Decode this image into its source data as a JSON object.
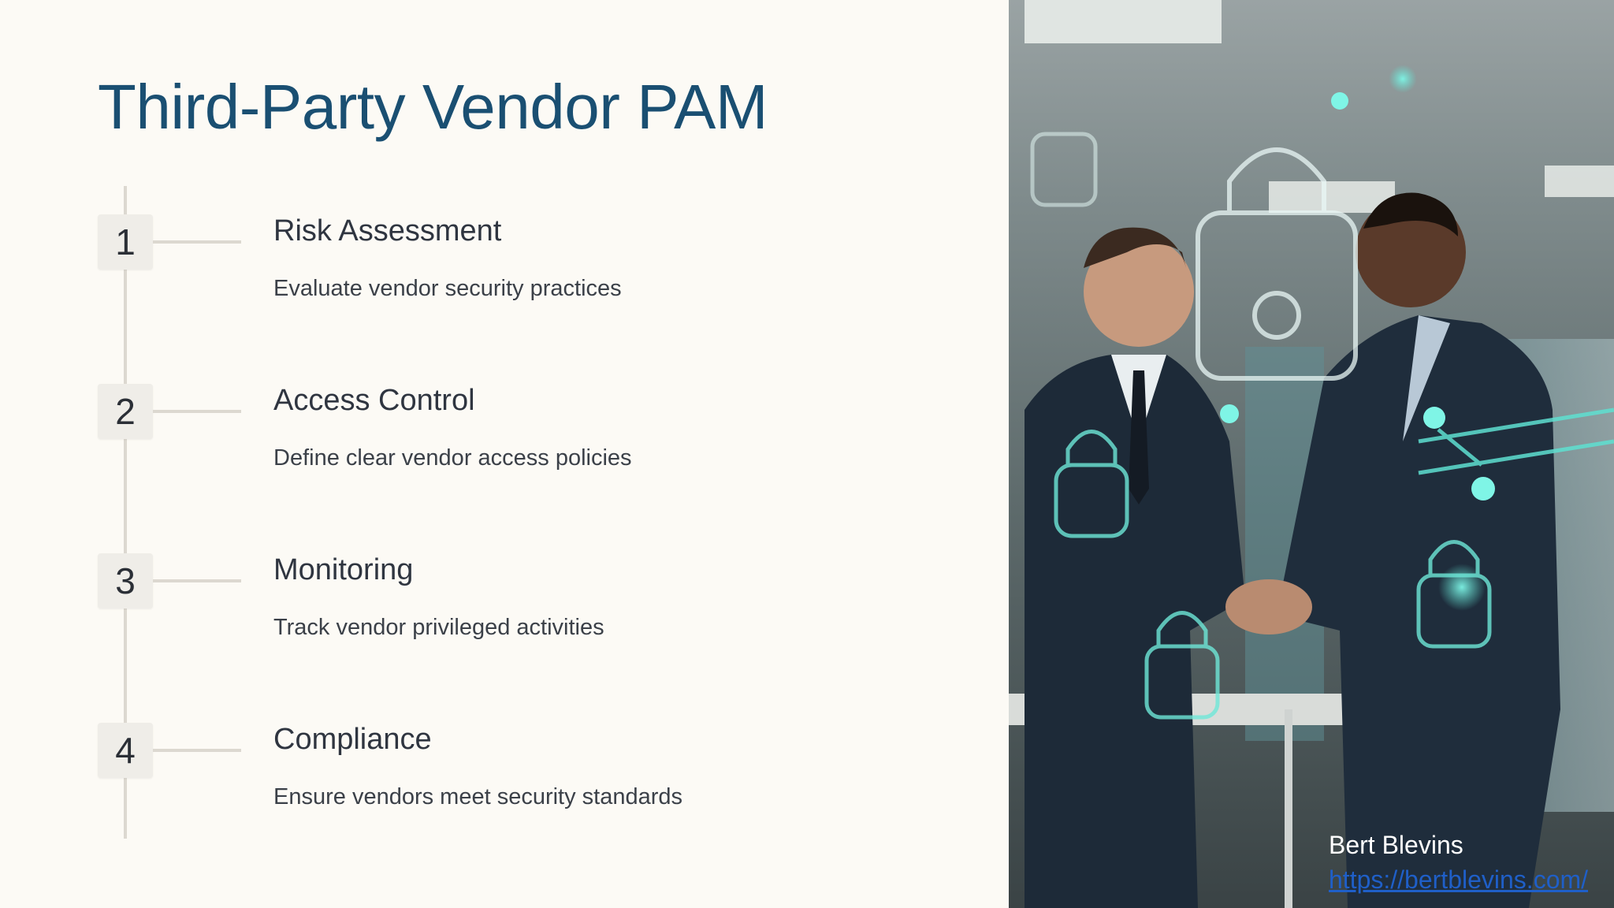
{
  "slide": {
    "title": "Third-Party Vendor PAM",
    "steps": [
      {
        "number": "1",
        "title": "Risk Assessment",
        "description": "Evaluate vendor security practices"
      },
      {
        "number": "2",
        "title": "Access Control",
        "description": "Define clear vendor access policies"
      },
      {
        "number": "3",
        "title": "Monitoring",
        "description": "Track vendor privileged activities"
      },
      {
        "number": "4",
        "title": "Compliance",
        "description": "Ensure vendors meet security standards"
      }
    ]
  },
  "image": {
    "subject": "two businessmen shaking hands in office with glowing padlock security icons"
  },
  "footer": {
    "author": "Bert Blevins",
    "link": "https://bertblevins.com/"
  },
  "colors": {
    "background": "#fcfaf5",
    "title": "#1a4f72",
    "text": "#2f3540",
    "link": "#1f5fc8",
    "glow": "#5fe0d0"
  }
}
